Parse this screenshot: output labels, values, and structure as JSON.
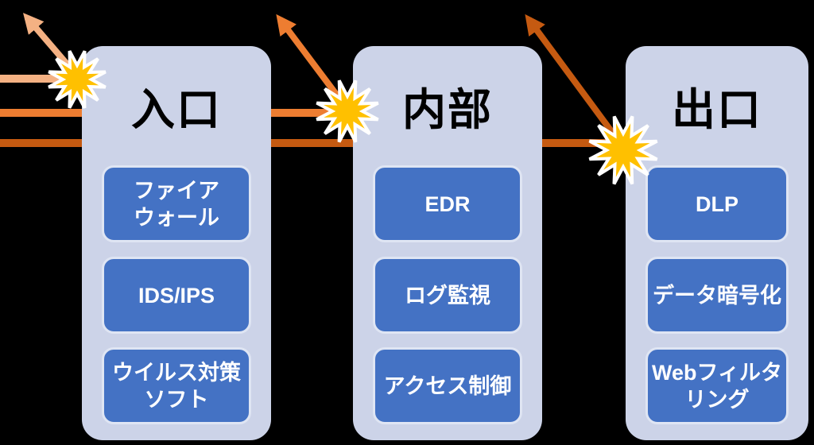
{
  "diagram": {
    "description": "layered-security-defense-diagram",
    "stages": [
      "entrance",
      "internal",
      "exit"
    ]
  },
  "columns": [
    {
      "header": "入口",
      "boxes": [
        "ファイア\nウォール",
        "IDS/IPS",
        "ウイルス対策\nソフト"
      ]
    },
    {
      "header": "内部",
      "boxes": [
        "EDR",
        "ログ監視",
        "アクセス制御"
      ]
    },
    {
      "header": "出口",
      "boxes": [
        "DLP",
        "データ暗号化",
        "Webフィルタ\nリング"
      ]
    }
  ],
  "icons": {
    "burst": "impact-burst-icon",
    "arrows": "attack-arrow-icon"
  },
  "colors": {
    "page_bg": "#000000",
    "column_bg": "#ccd3e8",
    "box_bg": "#4472c4",
    "box_border": "#dfe5f3",
    "box_text": "#ffffff",
    "header_text": "#000000",
    "arrow_1": "#f4b183",
    "arrow_2": "#ed7d31",
    "arrow_3": "#c55a11",
    "burst": "#ffc000",
    "burst_outline": "#ffffff"
  }
}
